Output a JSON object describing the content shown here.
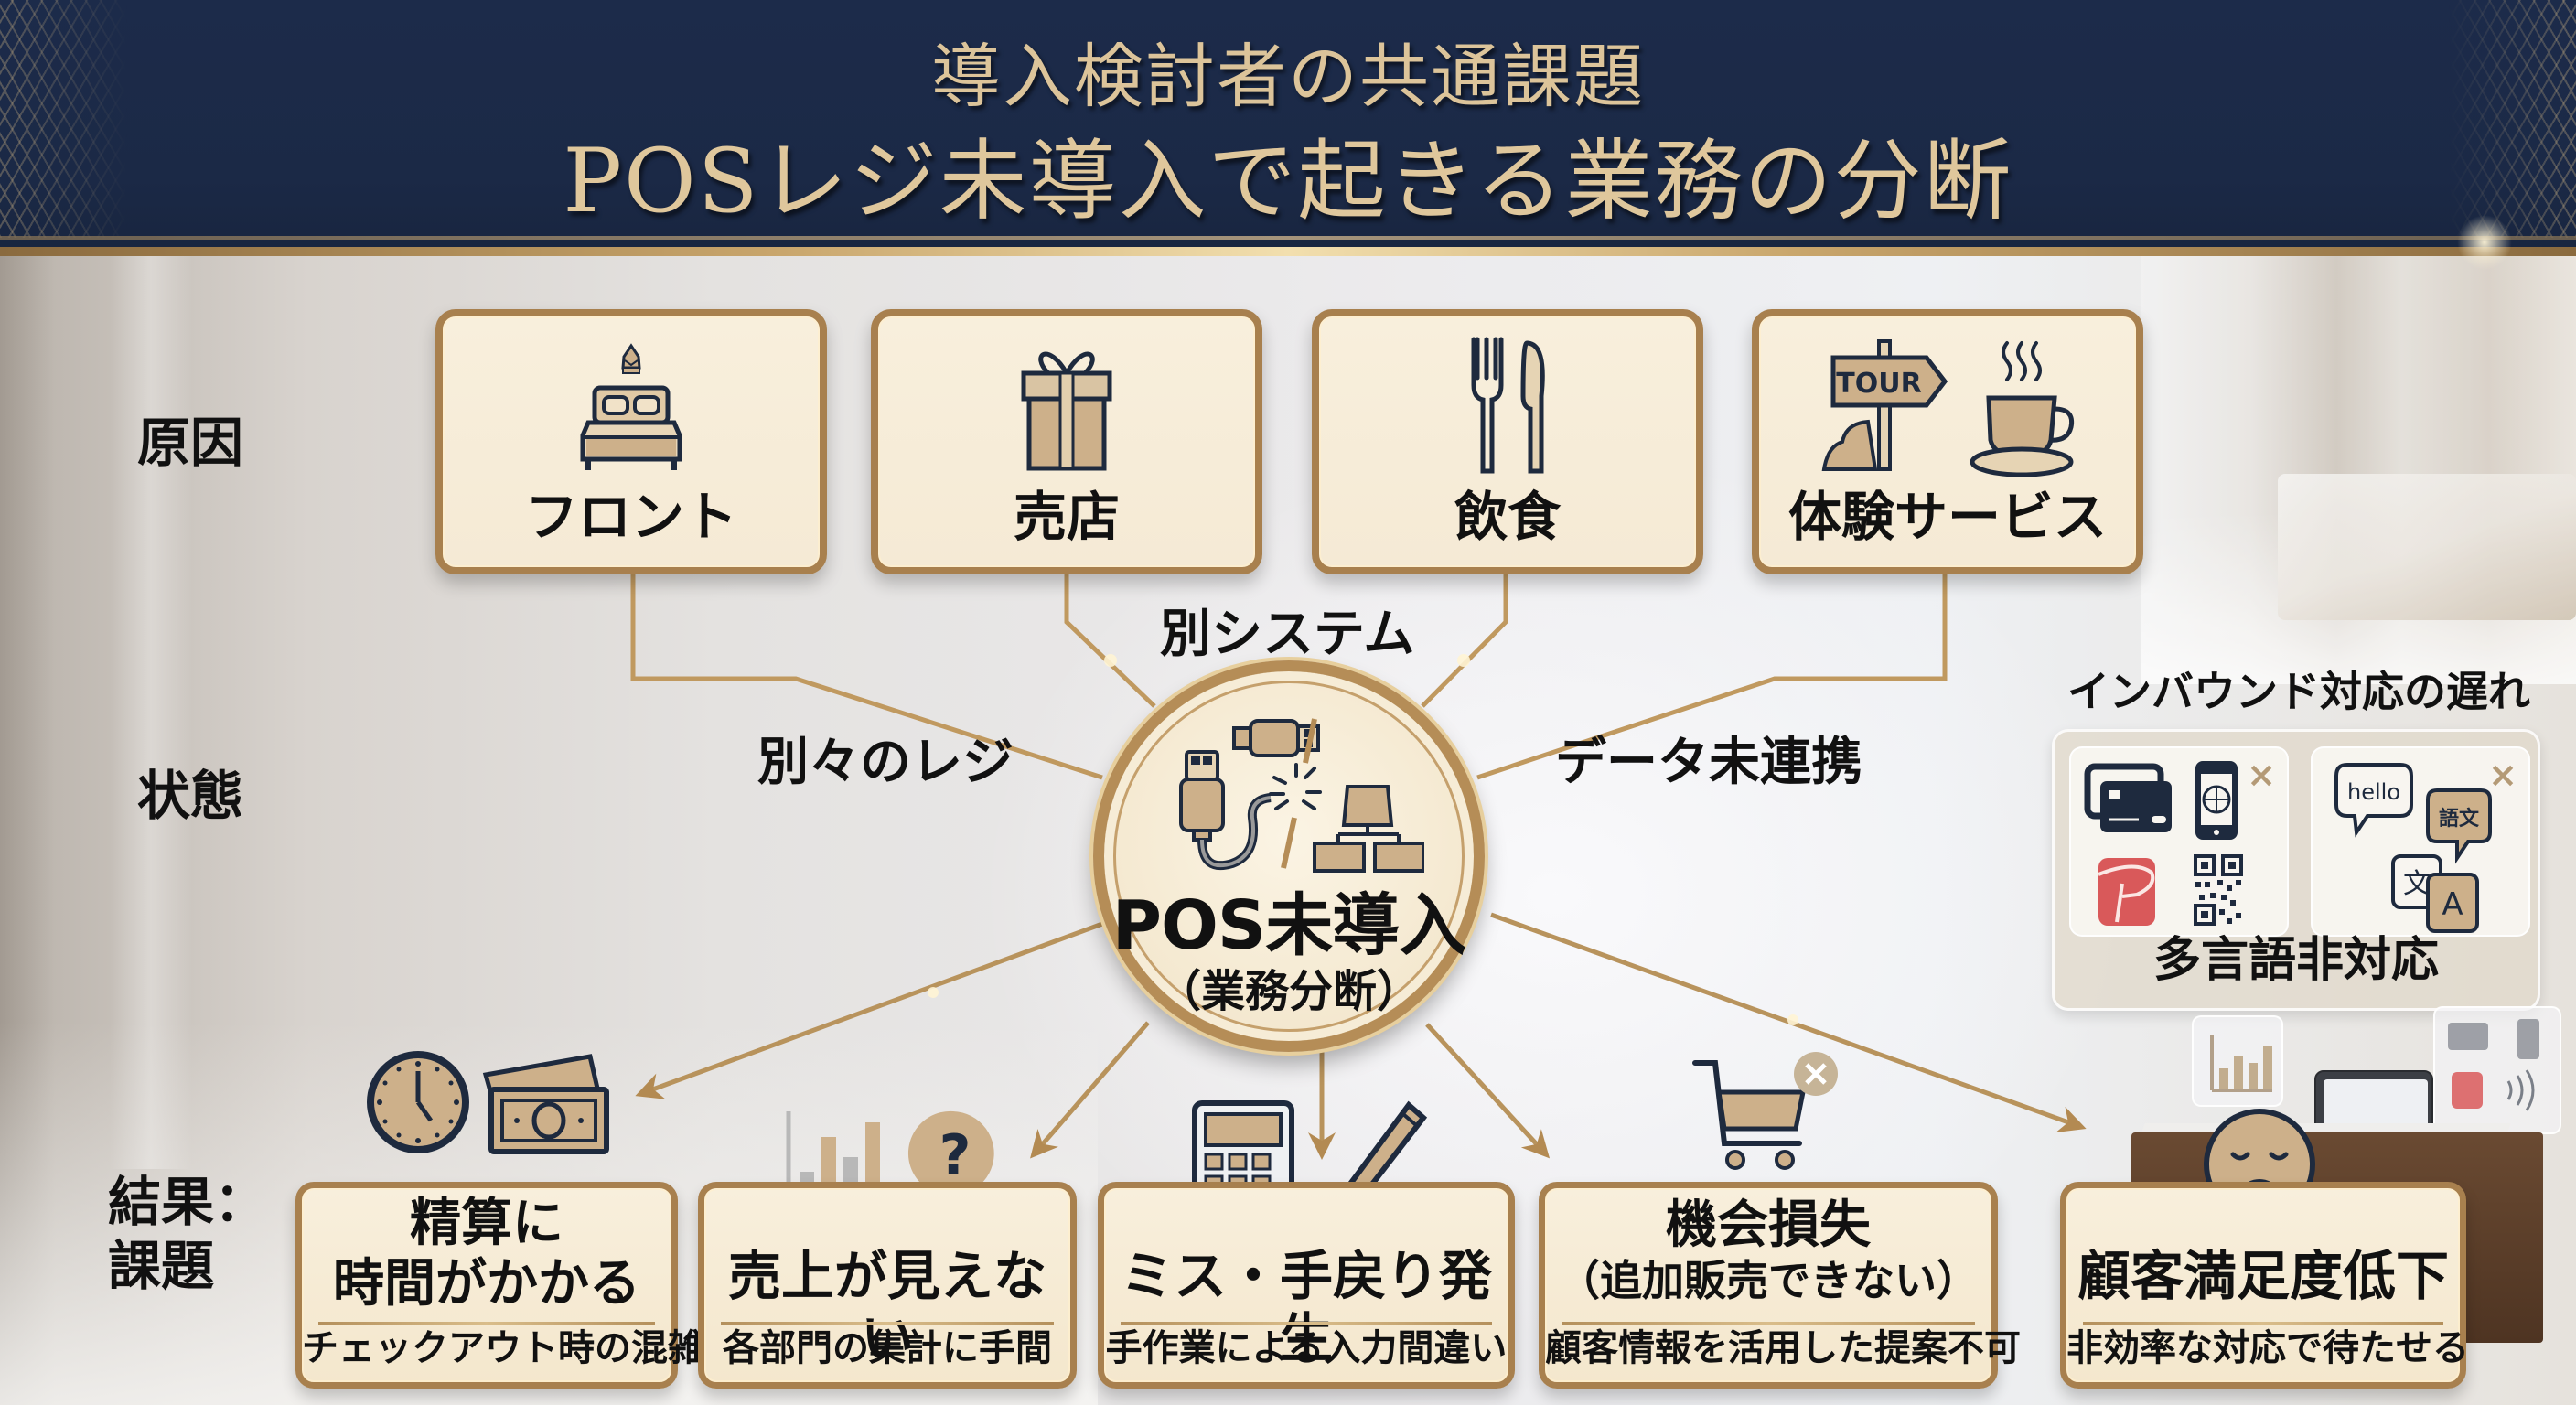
{
  "header": {
    "subtitle": "導入検討者の共通課題",
    "title": "POSレジ未導入で起きる業務の分断"
  },
  "rows": {
    "cause": "原因",
    "state": "状態",
    "result_line1": "結果：",
    "result_line2": "課題"
  },
  "causes": [
    {
      "label": "フロント",
      "icon": "bed-bell-icon"
    },
    {
      "label": "売店",
      "icon": "gift-icon"
    },
    {
      "label": "飲食",
      "icon": "fork-knife-icon"
    },
    {
      "label": "体験サービス",
      "icon": "tour-sign-coffee-icon",
      "sign_text": "TOUR"
    }
  ],
  "states": {
    "left": "別々のレジ",
    "top": "別システム",
    "right": "データ未連携"
  },
  "center": {
    "main": "POS未導入",
    "sub": "（業務分断）",
    "icon": "disconnected-cable-network-icon"
  },
  "inbound": {
    "title": "インバウンド対応の遅れ",
    "label": "多言語非対応",
    "payment_icons": [
      "credit-card-icon",
      "smartphone-globe-icon",
      "paypay-icon",
      "qr-code-icon"
    ],
    "language_bubbles": {
      "hello": "hello",
      "gobun": "語文",
      "bun": "文",
      "a": "A"
    },
    "x_mark": "×"
  },
  "results": [
    {
      "title_lines": [
        "精算に",
        "時間がかかる"
      ],
      "desc": "チェックアウト時の混雑",
      "icon": "clock-money-icon"
    },
    {
      "title_lines": [
        "売上が見えない"
      ],
      "desc": "各部門の集計に手間",
      "icon": "chart-question-icon"
    },
    {
      "title_lines": [
        "ミス・手戻り発生"
      ],
      "desc": "手作業による入力間違い",
      "icon": "calculator-pen-icon"
    },
    {
      "title_lines": [
        "機会損失",
        "（追加販売できない）"
      ],
      "desc": "顧客情報を活用した提案不可",
      "icon": "cart-cancel-icon"
    },
    {
      "title_lines": [
        "顧客満足度低下"
      ],
      "desc": "非効率な対応で待たせる",
      "icon": "sad-face-icon"
    }
  ],
  "colors": {
    "header_bg": "#1b2946",
    "title_gold": "#dfc79c",
    "card_bg": "#f7edd8",
    "card_border": "#a8804e",
    "icon_tan": "#cdb08a",
    "icon_navy": "#1e2a3e",
    "paypay_red": "#d9595a"
  }
}
